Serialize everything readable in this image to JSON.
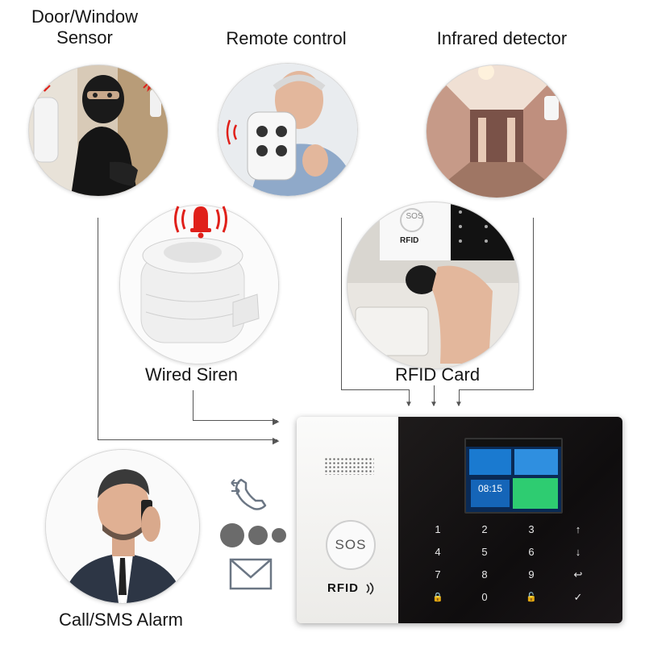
{
  "labels": {
    "door_window": "Door/Window\nSensor",
    "remote": "Remote control",
    "infrared": "Infrared detector",
    "siren": "Wired Siren",
    "rfid_card": "RFID Card",
    "call_sms": "Call/SMS Alarm"
  },
  "card_marks": {
    "sos": "SOS",
    "rfid": "RFID"
  },
  "hub": {
    "sos": "SOS",
    "rfid": "RFID",
    "screen_time": "08:15",
    "keys": [
      "1",
      "2",
      "3",
      "↑",
      "4",
      "5",
      "6",
      "↓",
      "7",
      "8",
      "9",
      "↩",
      "🔒",
      "0",
      "🔓",
      "✓"
    ]
  },
  "colors": {
    "siren_icon": "#e0201a",
    "connector": "#555555",
    "hub_panel": "#141112",
    "screen_blue": "#1a7ad0",
    "screen_green": "#2ecc71"
  },
  "icons": [
    "phone-icon",
    "signal-dots-icon",
    "envelope-icon",
    "alarm-bell-icon",
    "rfid-wave-icon"
  ]
}
